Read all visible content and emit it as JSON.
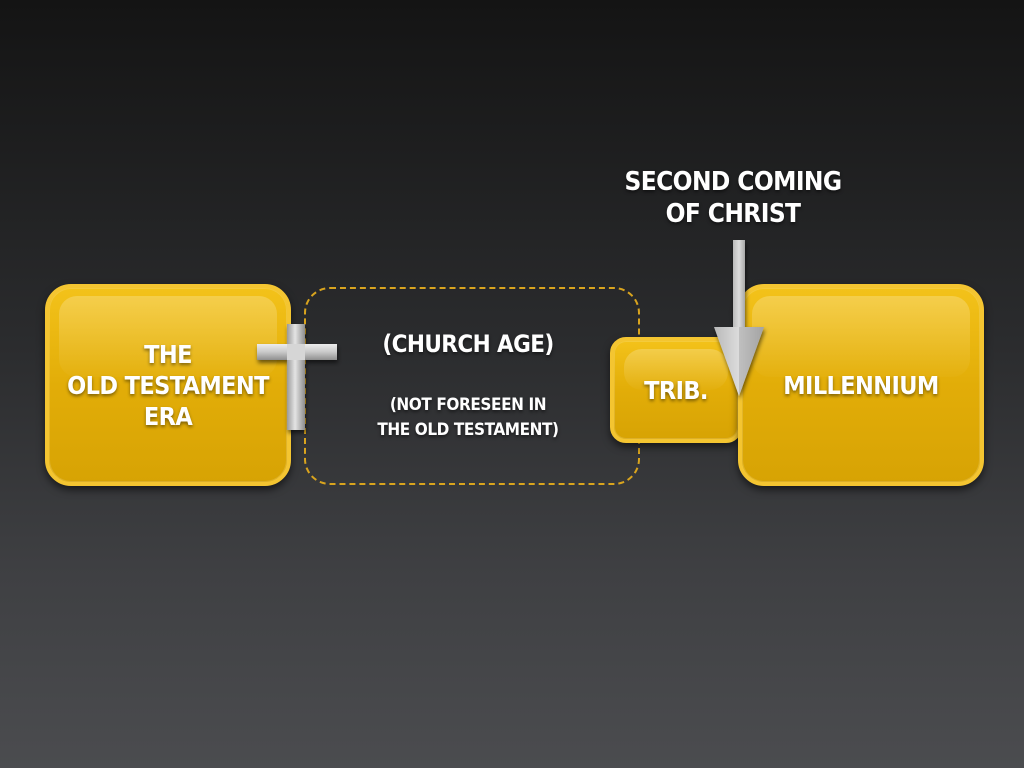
{
  "eras": {
    "old_testament": "THE\nOLD TESTAMENT\nERA",
    "church_age": "(CHURCH AGE)",
    "church_age_note": "(NOT FORESEEN IN\nTHE OLD TESTAMENT)",
    "tribulation": "TRIB.",
    "millennium": "MILLENNIUM"
  },
  "event": {
    "label": "SECOND COMING\nOF CHRIST"
  },
  "icons": {
    "cross": "cross-icon",
    "arrow": "down-arrow-icon"
  },
  "colors": {
    "box_fill": "#e2ad08",
    "box_border": "#f4c531",
    "dashed_border": "#d9a41e",
    "text": "#ffffff",
    "cross": "#c8c8c8"
  }
}
